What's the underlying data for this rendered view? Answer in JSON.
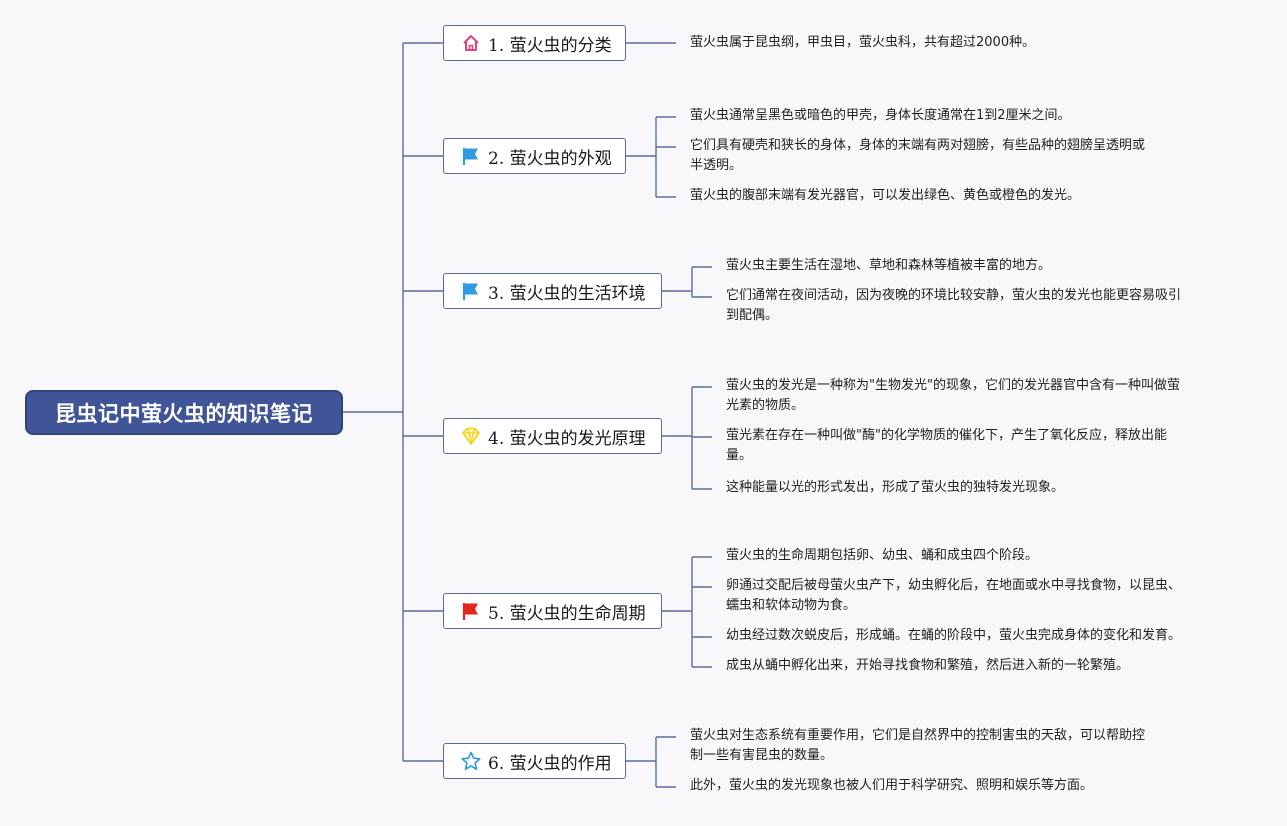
{
  "root": {
    "label": "昆虫记中萤火虫的知识笔记"
  },
  "topics": [
    {
      "label": "1. 萤火虫的分类",
      "icon": "house-icon",
      "icon_color": "#e0457b",
      "notes": [
        [
          "萤火虫属于昆虫纲，甲虫目，萤火虫科，共有超过2000种。"
        ]
      ]
    },
    {
      "label": "2. 萤火虫的外观",
      "icon": "flag-icon",
      "icon_color": "#2f9be0",
      "notes": [
        [
          "萤火虫通常呈黑色或暗色的甲壳，身体长度通常在1到2厘米之间。"
        ],
        [
          "它们具有硬壳和狭长的身体，身体的末端有两对翅膀，有些品种的翅膀呈透明或",
          "半透明。"
        ],
        [
          "萤火虫的腹部末端有发光器官，可以发出绿色、黄色或橙色的发光。"
        ]
      ]
    },
    {
      "label": "3. 萤火虫的生活环境",
      "icon": "flag-icon",
      "icon_color": "#2f9be0",
      "notes": [
        [
          "萤火虫主要生活在湿地、草地和森林等植被丰富的地方。"
        ],
        [
          "它们通常在夜间活动，因为夜晚的环境比较安静，萤火虫的发光也能更容易吸引",
          "到配偶。"
        ]
      ]
    },
    {
      "label": "4. 萤火虫的发光原理",
      "icon": "diamond-icon",
      "icon_color": "#f2d21c",
      "notes": [
        [
          "萤火虫的发光是一种称为\"生物发光\"的现象，它们的发光器官中含有一种叫做萤",
          "光素的物质。"
        ],
        [
          "萤光素在存在一种叫做\"酶\"的化学物质的催化下，产生了氧化反应，释放出能",
          "量。"
        ],
        [
          "这种能量以光的形式发出，形成了萤火虫的独特发光现象。"
        ]
      ]
    },
    {
      "label": "5. 萤火虫的生命周期",
      "icon": "flag-icon",
      "icon_color": "#e5261f",
      "notes": [
        [
          "萤火虫的生命周期包括卵、幼虫、蛹和成虫四个阶段。"
        ],
        [
          "卵通过交配后被母萤火虫产下，幼虫孵化后，在地面或水中寻找食物，以昆虫、",
          "蠕虫和软体动物为食。"
        ],
        [
          "幼虫经过数次蜕皮后，形成蛹。在蛹的阶段中，萤火虫完成身体的变化和发育。"
        ],
        [
          "成虫从蛹中孵化出来，开始寻找食物和繁殖，然后进入新的一轮繁殖。"
        ]
      ]
    },
    {
      "label": "6. 萤火虫的作用",
      "icon": "star-icon",
      "icon_color": "#2f9be0",
      "notes": [
        [
          "萤火虫对生态系统有重要作用，它们是自然界中的控制害虫的天敌，可以帮助控",
          "制一些有害昆虫的数量。"
        ],
        [
          "此外，萤火虫的发光现象也被人们用于科学研究、照明和娱乐等方面。"
        ]
      ]
    }
  ]
}
